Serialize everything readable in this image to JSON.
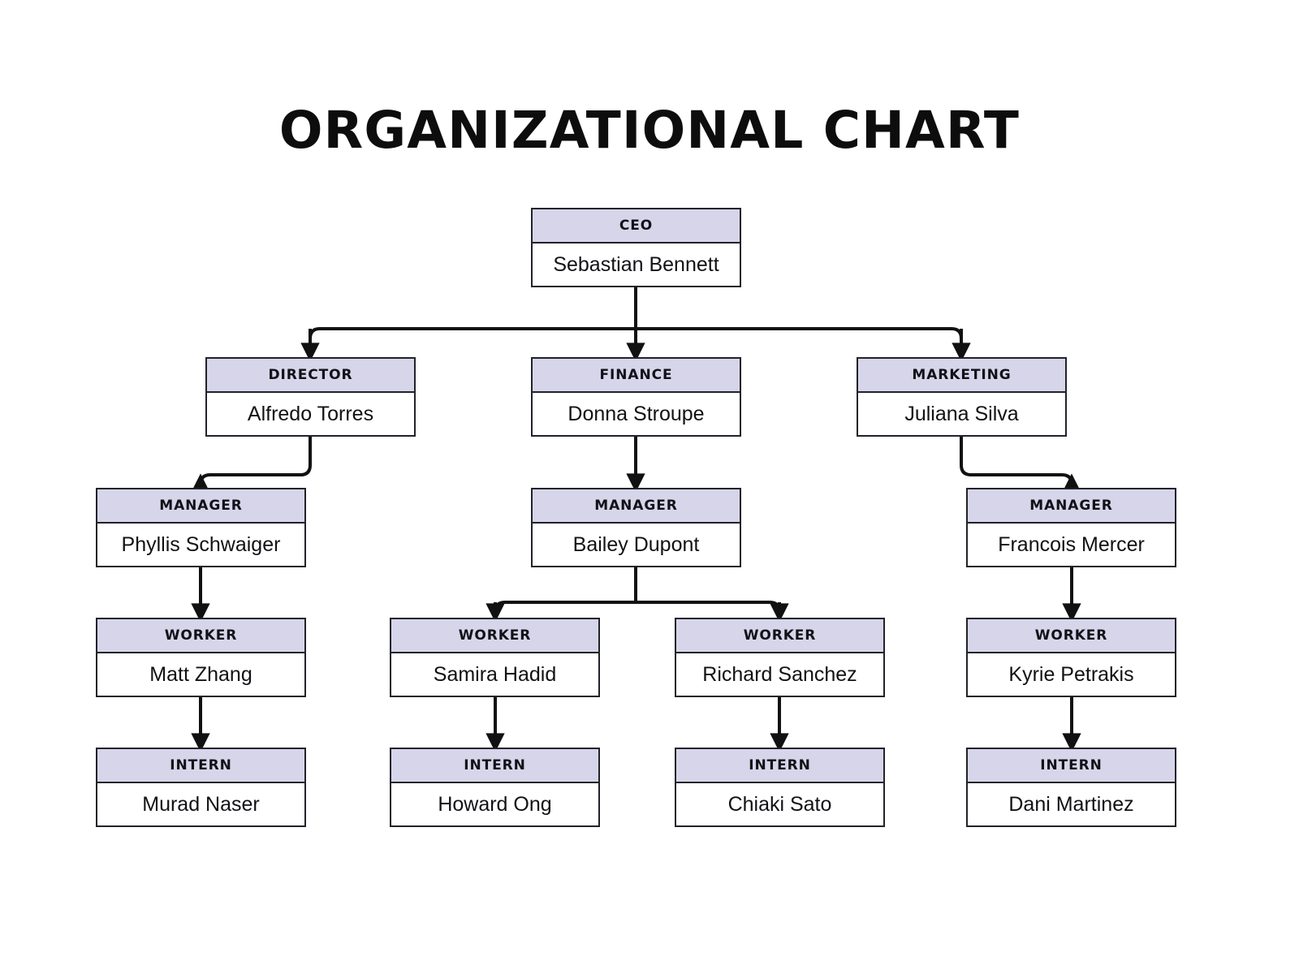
{
  "title": "ORGANIZATIONAL CHART",
  "colors": {
    "header_fill": "#d6d5e9",
    "border": "#22222a",
    "body_fill": "#ffffff",
    "connector": "#111111",
    "text": "#121216"
  },
  "chart_data": {
    "type": "diagram",
    "title": "ORGANIZATIONAL CHART",
    "nodes": [
      {
        "id": "ceo",
        "role": "CEO",
        "name": "Sebastian Bennett",
        "level": 0,
        "parent": null
      },
      {
        "id": "director",
        "role": "DIRECTOR",
        "name": "Alfredo Torres",
        "level": 1,
        "parent": "ceo"
      },
      {
        "id": "finance",
        "role": "FINANCE",
        "name": "Donna Stroupe",
        "level": 1,
        "parent": "ceo"
      },
      {
        "id": "marketing",
        "role": "MARKETING",
        "name": "Juliana Silva",
        "level": 1,
        "parent": "ceo"
      },
      {
        "id": "mgr1",
        "role": "MANAGER",
        "name": "Phyllis Schwaiger",
        "level": 2,
        "parent": "director"
      },
      {
        "id": "mgr2",
        "role": "MANAGER",
        "name": "Bailey Dupont",
        "level": 2,
        "parent": "finance"
      },
      {
        "id": "mgr3",
        "role": "MANAGER",
        "name": "Francois Mercer",
        "level": 2,
        "parent": "marketing"
      },
      {
        "id": "wrk1",
        "role": "WORKER",
        "name": "Matt Zhang",
        "level": 3,
        "parent": "mgr1"
      },
      {
        "id": "wrk2",
        "role": "WORKER",
        "name": "Samira Hadid",
        "level": 3,
        "parent": "mgr2"
      },
      {
        "id": "wrk3",
        "role": "WORKER",
        "name": "Richard Sanchez",
        "level": 3,
        "parent": "mgr2"
      },
      {
        "id": "wrk4",
        "role": "WORKER",
        "name": "Kyrie Petrakis",
        "level": 3,
        "parent": "mgr3"
      },
      {
        "id": "int1",
        "role": "INTERN",
        "name": "Murad Naser",
        "level": 4,
        "parent": "wrk1"
      },
      {
        "id": "int2",
        "role": "INTERN",
        "name": "Howard Ong",
        "level": 4,
        "parent": "wrk2"
      },
      {
        "id": "int3",
        "role": "INTERN",
        "name": "Chiaki Sato",
        "level": 4,
        "parent": "wrk3"
      },
      {
        "id": "int4",
        "role": "INTERN",
        "name": "Dani Martinez",
        "level": 4,
        "parent": "wrk4"
      }
    ],
    "edges": [
      {
        "from": "ceo",
        "to": "director"
      },
      {
        "from": "ceo",
        "to": "finance"
      },
      {
        "from": "ceo",
        "to": "marketing"
      },
      {
        "from": "director",
        "to": "mgr1"
      },
      {
        "from": "finance",
        "to": "mgr2"
      },
      {
        "from": "marketing",
        "to": "mgr3"
      },
      {
        "from": "mgr1",
        "to": "wrk1"
      },
      {
        "from": "mgr2",
        "to": "wrk2"
      },
      {
        "from": "mgr2",
        "to": "wrk3"
      },
      {
        "from": "mgr3",
        "to": "wrk4"
      },
      {
        "from": "wrk1",
        "to": "int1"
      },
      {
        "from": "wrk2",
        "to": "int2"
      },
      {
        "from": "wrk3",
        "to": "int3"
      },
      {
        "from": "wrk4",
        "to": "int4"
      }
    ]
  },
  "nodes": {
    "ceo": {
      "role": "CEO",
      "name": "Sebastian Bennett"
    },
    "director": {
      "role": "DIRECTOR",
      "name": "Alfredo Torres"
    },
    "finance": {
      "role": "FINANCE",
      "name": "Donna Stroupe"
    },
    "marketing": {
      "role": "MARKETING",
      "name": "Juliana Silva"
    },
    "mgr1": {
      "role": "MANAGER",
      "name": "Phyllis Schwaiger"
    },
    "mgr2": {
      "role": "MANAGER",
      "name": "Bailey Dupont"
    },
    "mgr3": {
      "role": "MANAGER",
      "name": "Francois Mercer"
    },
    "wrk1": {
      "role": "WORKER",
      "name": "Matt Zhang"
    },
    "wrk2": {
      "role": "WORKER",
      "name": "Samira Hadid"
    },
    "wrk3": {
      "role": "WORKER",
      "name": "Richard Sanchez"
    },
    "wrk4": {
      "role": "WORKER",
      "name": "Kyrie Petrakis"
    },
    "int1": {
      "role": "INTERN",
      "name": "Murad Naser"
    },
    "int2": {
      "role": "INTERN",
      "name": "Howard Ong"
    },
    "int3": {
      "role": "INTERN",
      "name": "Chiaki Sato"
    },
    "int4": {
      "role": "INTERN",
      "name": "Dani Martinez"
    }
  }
}
